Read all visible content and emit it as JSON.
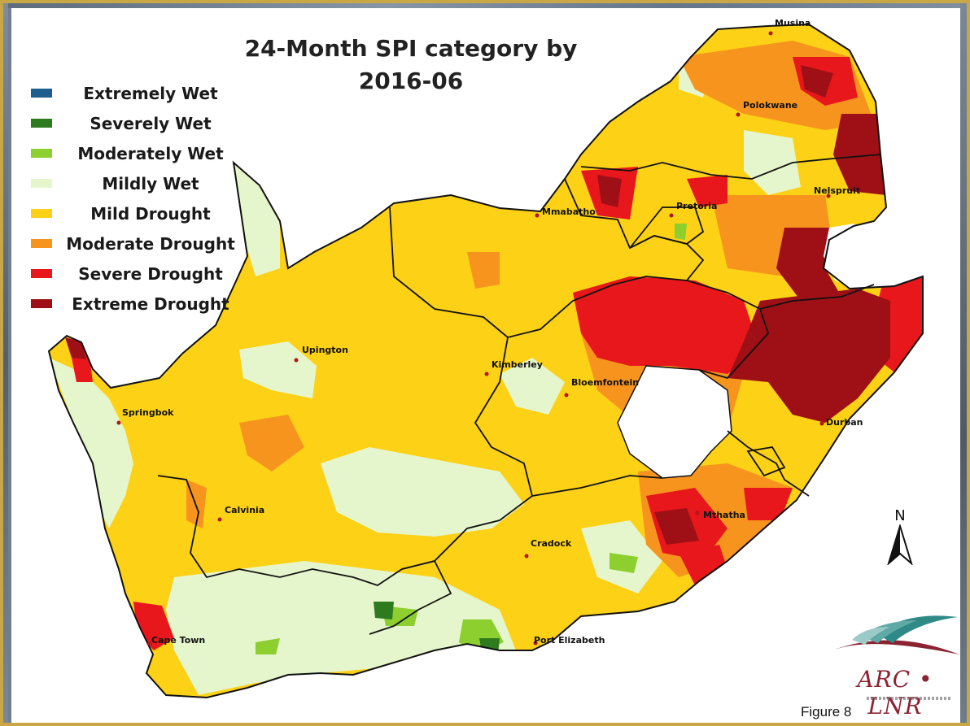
{
  "title_line1": "24-Month SPI category by",
  "title_line2": "2016-06",
  "legend": [
    {
      "label": "Extremely Wet",
      "color": "#1f5f8f"
    },
    {
      "label": "Severely Wet",
      "color": "#2e7a1e"
    },
    {
      "label": "Moderately Wet",
      "color": "#8ccf2e"
    },
    {
      "label": "Mildly Wet",
      "color": "#e6f6cc"
    },
    {
      "label": "Mild Drought",
      "color": "#fcd116"
    },
    {
      "label": "Moderate Drought",
      "color": "#f7941d"
    },
    {
      "label": "Severe Drought",
      "color": "#e8171c"
    },
    {
      "label": "Extreme Drought",
      "color": "#9e1016"
    }
  ],
  "cities": {
    "musina": "Musina",
    "polokwane": "Polokwane",
    "nelspruit": "Nelspruit",
    "mmabatho": "Mmabatho",
    "pretoria": "Pretoria",
    "upington": "Upington",
    "kimberley": "Kimberley",
    "bloemfontein": "Bloemfontein",
    "springbok": "Springbok",
    "durban": "Durban",
    "calvinia": "Calvinia",
    "mthatha": "Mthatha",
    "cradock": "Cradock",
    "port_elizabeth": "Port Elizabeth",
    "cape_town": "Cape Town"
  },
  "north_arrow": "N",
  "logo": "ARC • LNR",
  "caption": "Figure 8"
}
